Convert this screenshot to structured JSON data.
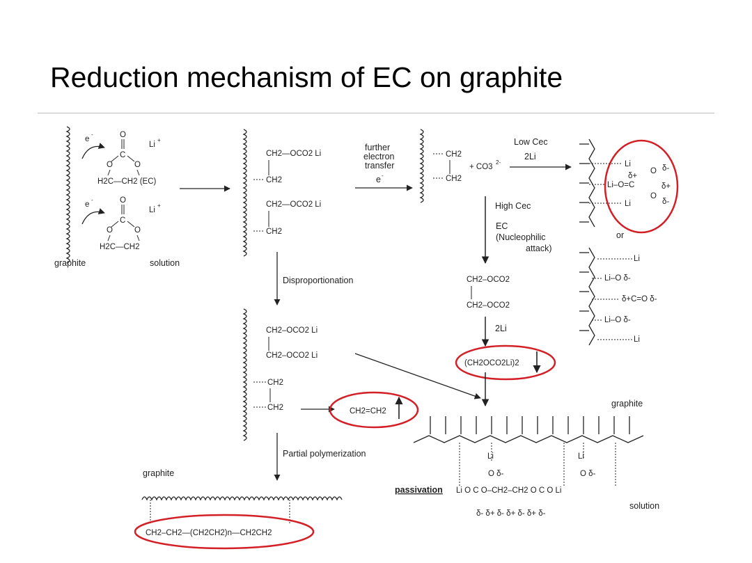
{
  "slide": {
    "title": "Reduction mechanism of EC on graphite"
  },
  "diagram": {
    "electron": "e",
    "electron_sup": "-",
    "li_ion": "Li",
    "plus_sup": "+",
    "carbonyl_o": "O",
    "carbon": "C",
    "ring_o": "O",
    "ec_bottom": "H2C—CH2 (EC)",
    "ec_bottom2": "H2C—CH2",
    "label_graphite_left": "graphite",
    "label_solution_left": "solution",
    "inter_line1": "CH2—OCO2  Li",
    "inter_ch2": "CH2",
    "inter_line3": "CH2—OCO2  Li",
    "inter_ch2b": "CH2",
    "further_1": "further",
    "further_2": "electron",
    "further_3": "transfer",
    "further_e": "e",
    "ethylene_top": "CH2",
    "ethylene_bot": "CH2",
    "carbonate": "+ CO3",
    "carbonate_sup": "2-",
    "low_cec": "Low Cec",
    "two_li_top": "2Li",
    "high_cec": "High Cec",
    "ec_attack_1": "EC",
    "ec_attack_2": "(Nucleophilic",
    "ec_attack_3": "attack)",
    "dicarb_1": "CH2–OCO2",
    "dicarb_2": "CH2–OCO2",
    "two_li_mid": "2Li",
    "ledc": "(CH2OCO2Li)2",
    "li2co3_li1": "Li",
    "li2co3_o1": "O",
    "li2co3_delta_minus": "δ-",
    "li2co3_delta_plus": "δ+",
    "li2co3_center": "Li–O=C",
    "li2co3_li3": "Li",
    "or_text": "or",
    "alt_li1": "Li",
    "alt_o1": "Li–O  δ-",
    "alt_c": "δ+C=O  δ-",
    "alt_o2": "Li–O  δ-",
    "alt_li2": "Li",
    "disproportionation": "Disproportionation",
    "disp_line1": "CH2–OCO2  Li",
    "disp_line2": "CH2–OCO2  Li",
    "disp_ch2a": "CH2",
    "disp_ch2b": "CH2",
    "ethylene_gas": "CH2=CH2",
    "partial_poly": "Partial polymerization",
    "label_graphite_bottom": "graphite",
    "polymer": "CH2–CH2—(CH2CH2)n—CH2CH2",
    "label_graphite_right": "graphite",
    "passivation": "passivation",
    "label_solution_right": "solution",
    "pass_li_top1": "Li",
    "pass_li_top2": "Li",
    "pass_o_top1": "O  δ-",
    "pass_o_top2": "O  δ-",
    "pass_chain": "Li  O   C   O–CH2–CH2   O   C   O  Li",
    "pass_deltas": "δ-      δ+  δ-      δ+  δ-     δ+   δ-",
    "colors": {
      "highlight": "#d31f26",
      "ink": "#222222",
      "divider": "#bdbdbd"
    }
  }
}
